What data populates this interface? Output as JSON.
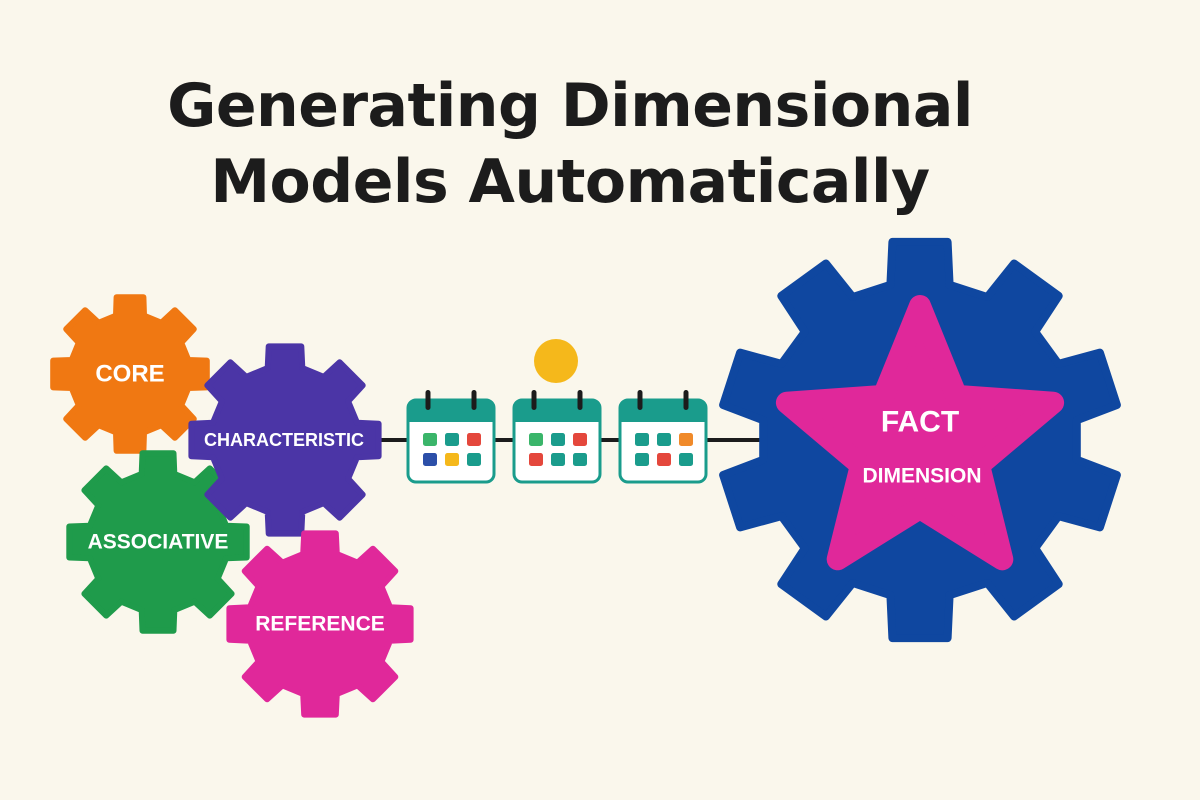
{
  "title": {
    "line1": "Generating Dimensional",
    "line2": "Models Automatically"
  },
  "gears": [
    {
      "id": "core",
      "label": "CORE",
      "color": "#f07812"
    },
    {
      "id": "characteristic",
      "label": "CHARACTERISTIC",
      "color": "#4b35a6"
    },
    {
      "id": "associative",
      "label": "ASSOCIATIVE",
      "color": "#1f9b4b"
    },
    {
      "id": "reference",
      "label": "REFERENCE",
      "color": "#e0289a"
    }
  ],
  "big_gear": {
    "color": "#0f47a0",
    "star_color": "#e0289a",
    "label_top": "FACT",
    "label_bottom": "DIMENSION"
  },
  "calendars": {
    "count": 3,
    "header_color": "#1a9c8c",
    "sun_color": "#f5b81b",
    "cell_colors": [
      "#3ab56a",
      "#1a9c8c",
      "#e4473c",
      "#2c4fa8",
      "#f5b81b",
      "#f08a2a"
    ]
  },
  "connector_color": "#1c1c1c"
}
